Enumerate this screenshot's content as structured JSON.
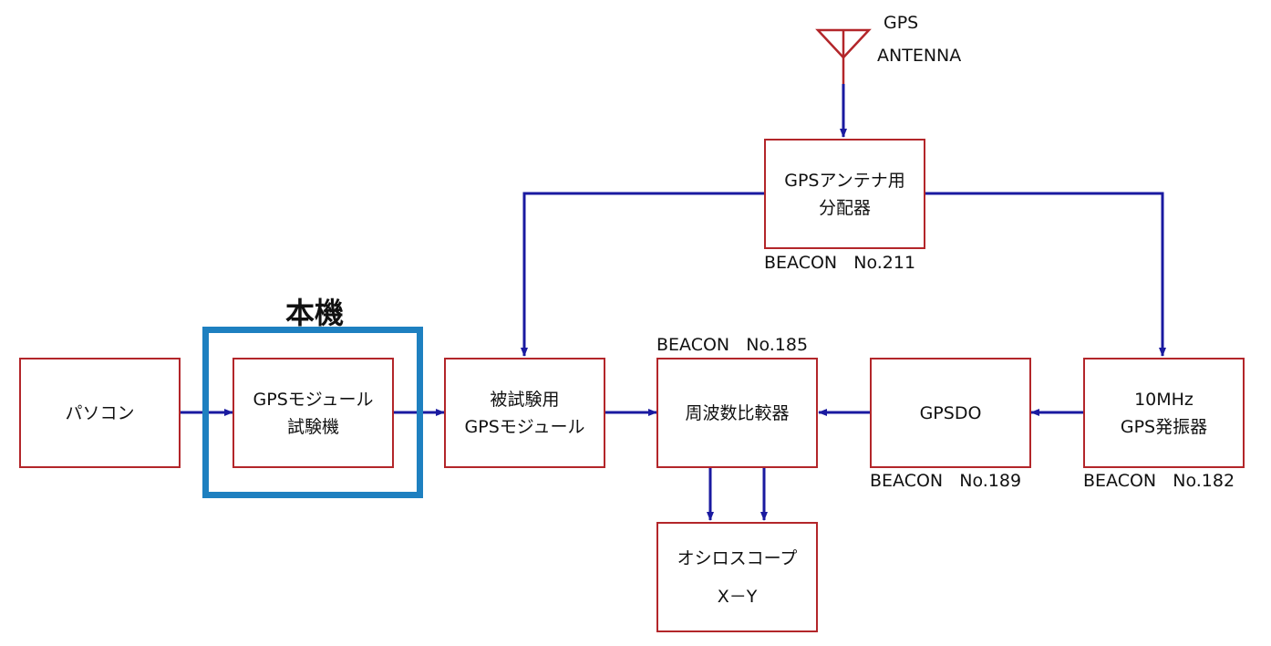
{
  "antenna": {
    "line1": "GPS",
    "line2": "ANTENNA"
  },
  "highlight_label": "本機",
  "boxes": {
    "pc": {
      "line1": "パソコン"
    },
    "tester": {
      "line1": "GPSモジュール",
      "line2": "試験機"
    },
    "dut": {
      "line1": "被試験用",
      "line2": "GPSモジュール"
    },
    "comparator": {
      "line1": "周波数比較器"
    },
    "gpsdo": {
      "line1": "GPSDO"
    },
    "osc10": {
      "line1": "10MHz",
      "line2": "GPS発振器"
    },
    "splitter": {
      "line1": "GPSアンテナ用",
      "line2": "分配器"
    },
    "scope": {
      "line1": "オシロスコープ",
      "line2": "X－Y"
    }
  },
  "labels": {
    "splitter": "BEACON   No.211",
    "comparator": "BEACON   No.185",
    "gpsdo": "BEACON   No.189",
    "osc10": "BEACON   No.182"
  },
  "colors": {
    "box_border": "#b3262a",
    "wire": "#1a1aa0",
    "highlight": "#1e80c0",
    "antenna": "#b3262a"
  }
}
